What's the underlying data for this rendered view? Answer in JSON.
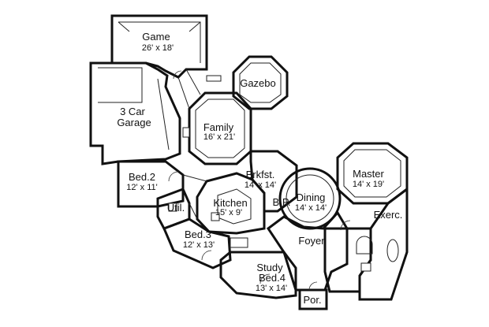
{
  "rooms": {
    "game": {
      "name": "Game",
      "size": "26' x 18'"
    },
    "gazebo": {
      "name": "Gazebo"
    },
    "garage": {
      "name_line1": "3 Car",
      "name_line2": "Garage"
    },
    "family": {
      "name": "Family",
      "size": "16' x 21'"
    },
    "bed2": {
      "name": "Bed.2",
      "size": "12' x 11'"
    },
    "brkfst": {
      "name": "Brkfst.",
      "size": "14' x 14'"
    },
    "dining": {
      "name": "Dining",
      "size": "14' x 14'"
    },
    "master": {
      "name": "Master",
      "size": "14' x 19'"
    },
    "util": {
      "name": "Util."
    },
    "kitchen": {
      "name": "Kitchen",
      "size": "15' x 9'"
    },
    "bp": {
      "name": "B.P."
    },
    "exerc": {
      "name": "Exerc."
    },
    "bed3": {
      "name": "Bed.3",
      "size": "12' x 13'"
    },
    "foyer": {
      "name": "Foyer"
    },
    "study": {
      "name_line1": "Study",
      "name_line2": "Bed.4",
      "size": "13' x 14'"
    },
    "porch": {
      "name": "Por."
    }
  }
}
